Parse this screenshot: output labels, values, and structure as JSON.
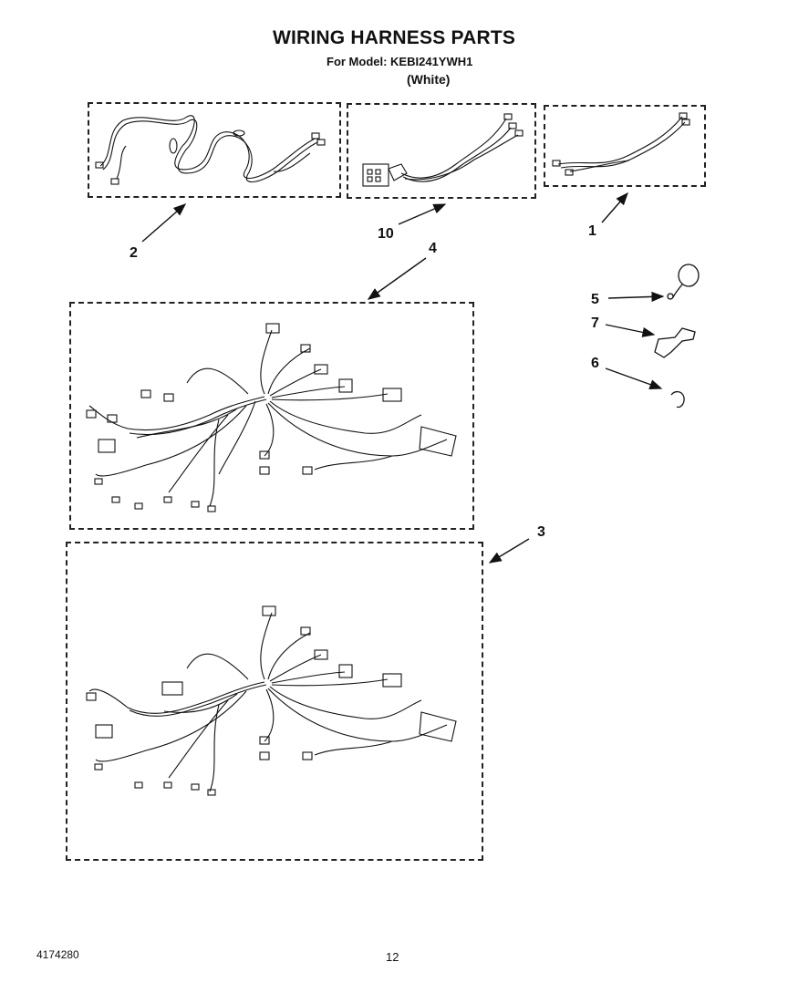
{
  "header": {
    "title": "WIRING HARNESS PARTS",
    "model_line": "For Model: KEBI241YWH1",
    "color_line": "(White)"
  },
  "callouts": {
    "c1": "1",
    "c2": "2",
    "c3": "3",
    "c4": "4",
    "c5": "5",
    "c6": "6",
    "c7": "7",
    "c10": "10"
  },
  "footer": {
    "doc_number": "4174280",
    "page_number": "12"
  }
}
